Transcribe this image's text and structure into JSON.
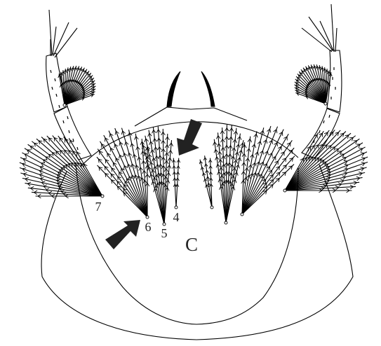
{
  "figure": {
    "panel_label": "C",
    "setae_labels": {
      "s7": "7",
      "s6": "6",
      "s5": "5",
      "s4": "4"
    },
    "colors": {
      "line": "#000000",
      "arrow": "#222222",
      "background": "#ffffff"
    }
  }
}
